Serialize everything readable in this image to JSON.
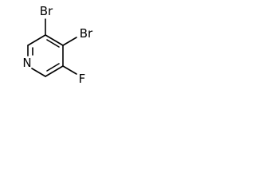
{
  "molecule": {
    "atoms": {
      "br3": "Br",
      "br4": "Br",
      "f5": "F",
      "n1": "N"
    },
    "bond_color": "#000000"
  }
}
